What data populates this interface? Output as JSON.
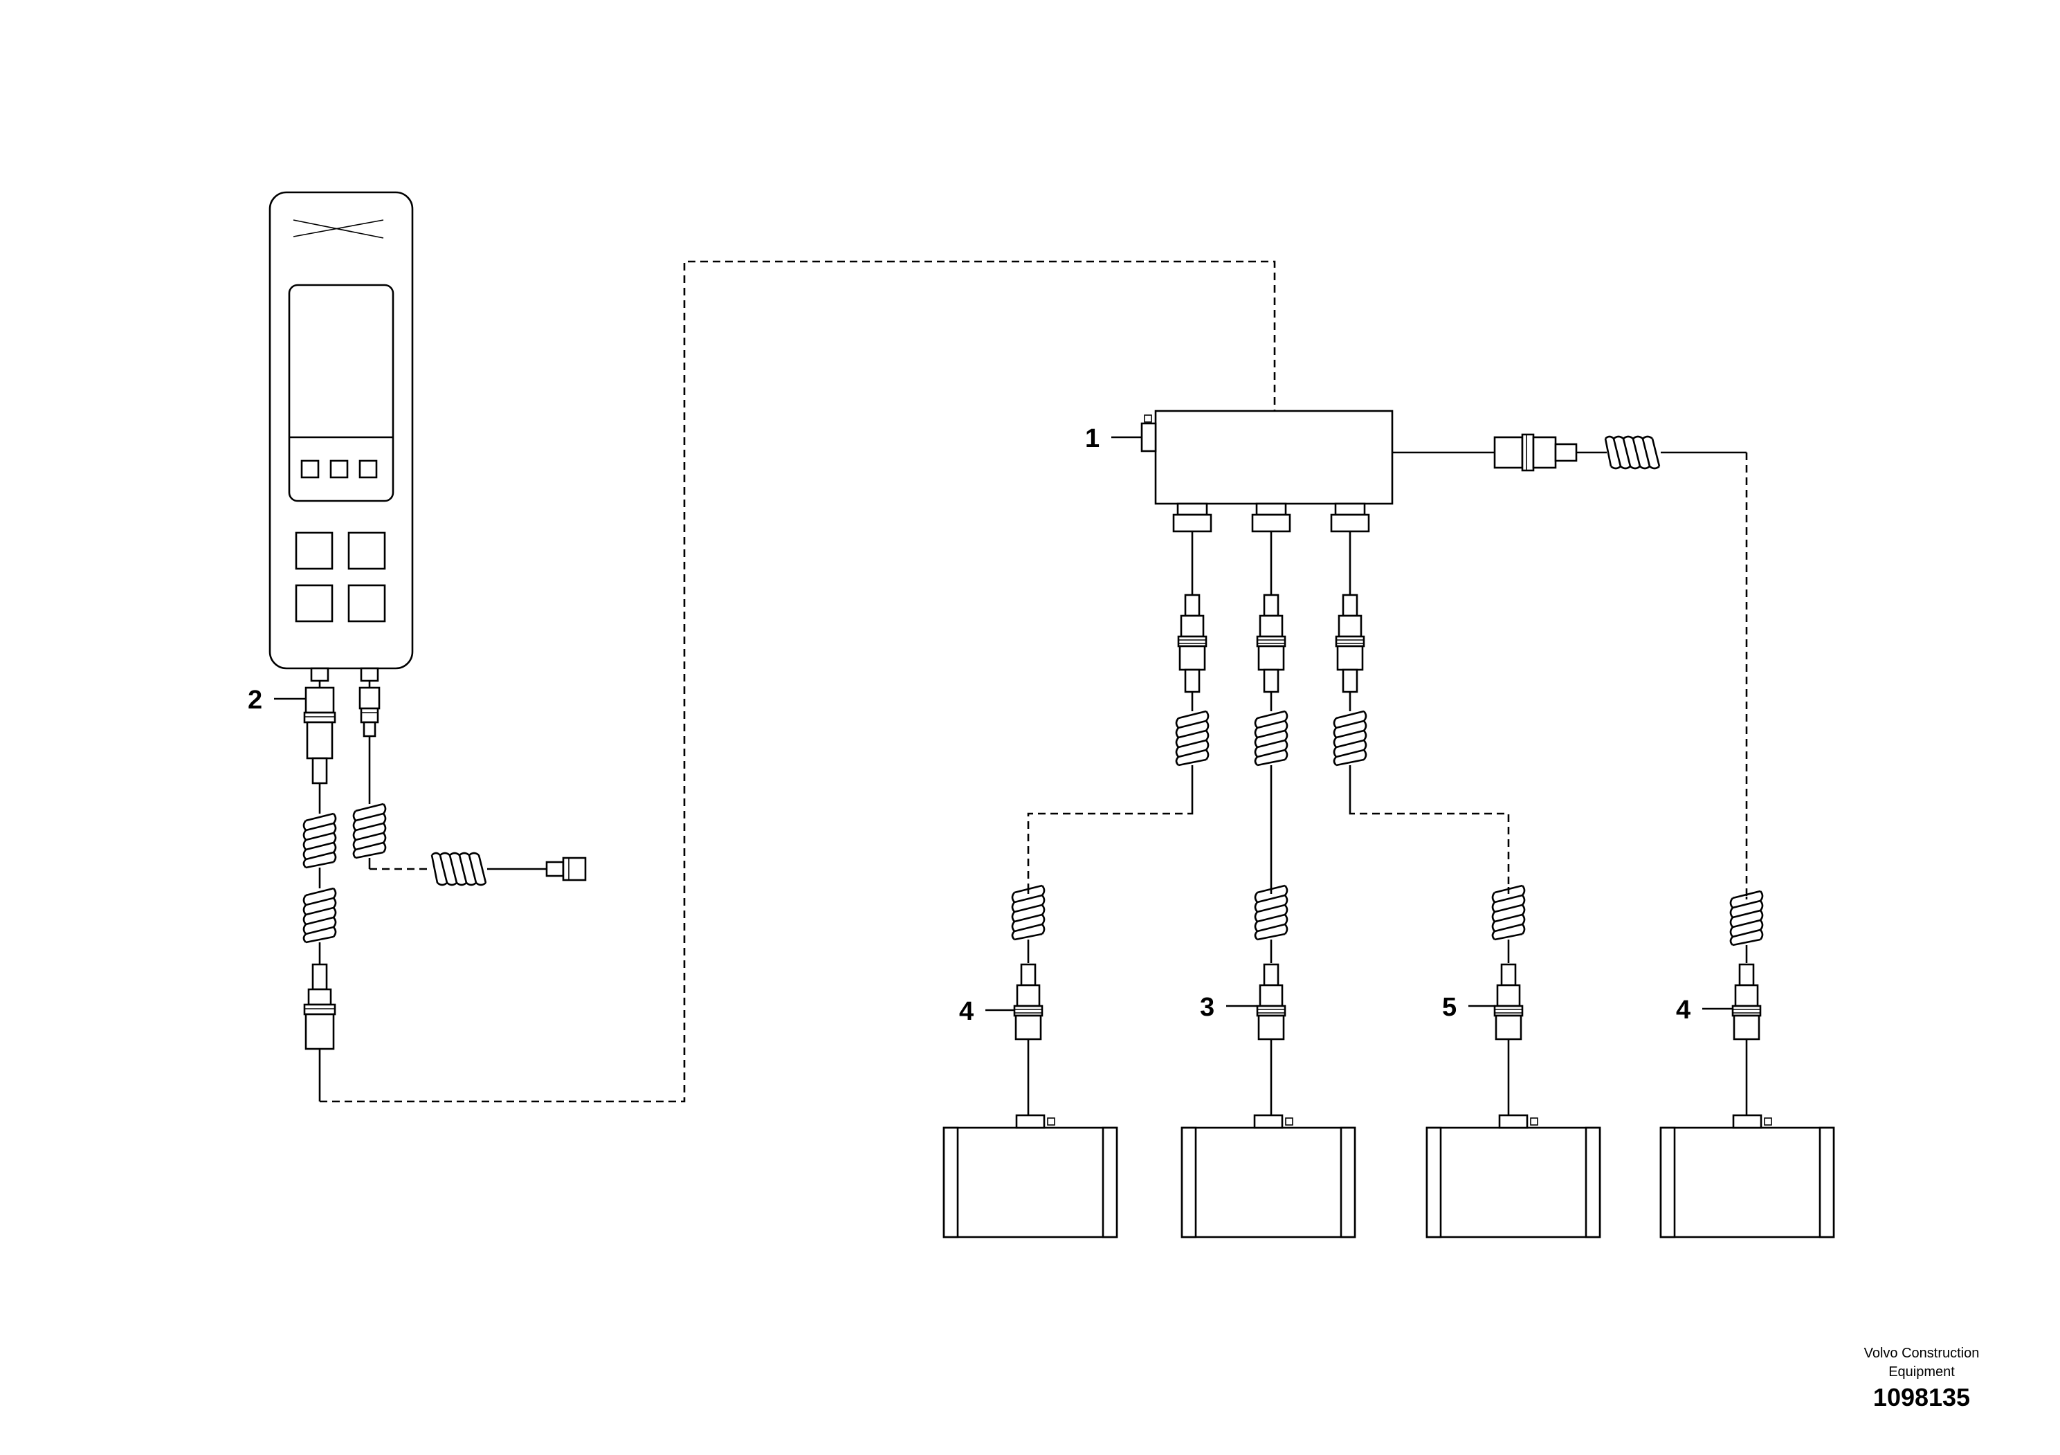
{
  "callouts": {
    "item_1": "1",
    "item_2": "2",
    "item_3": "3",
    "item_4_left": "4",
    "item_5": "5",
    "item_4_right": "4"
  },
  "footer": {
    "brand_line1": "Volvo Construction",
    "brand_line2": "Equipment",
    "document_number": "1098135"
  }
}
